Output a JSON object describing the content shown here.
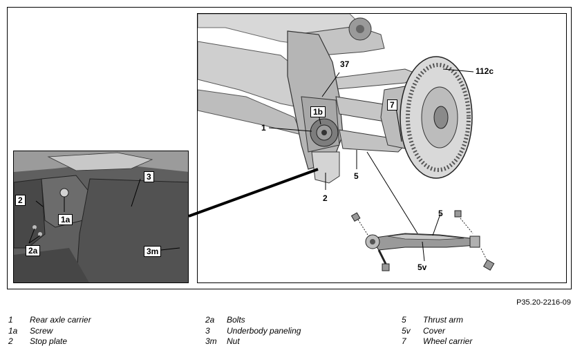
{
  "figure_ref": "P35.20-2216-09",
  "callouts": {
    "c37": "37",
    "c112c": "112c",
    "c7": "7",
    "c1b": "1b",
    "c1": "1",
    "c2": "2",
    "c5_main": "5",
    "c5_detail": "5",
    "c5v": "5v",
    "inset_3": "3",
    "inset_2": "2",
    "inset_1a": "1a",
    "inset_2a": "2a",
    "inset_3m": "3m"
  },
  "legend": [
    {
      "num": "1",
      "text": "Rear axle carrier"
    },
    {
      "num": "1a",
      "text": "Screw"
    },
    {
      "num": "2",
      "text": "Stop plate"
    },
    {
      "num": "2a",
      "text": "Bolts"
    },
    {
      "num": "3",
      "text": "Underbody paneling"
    },
    {
      "num": "3m",
      "text": "Nut"
    },
    {
      "num": "5",
      "text": "Thrust arm"
    },
    {
      "num": "5v",
      "text": "Cover"
    },
    {
      "num": "7",
      "text": "Wheel carrier"
    }
  ],
  "colors": {
    "part_fill": "#c9c9c9",
    "part_dark": "#6e6e6e",
    "inset_bg": "#5a5a5a",
    "line": "#000000"
  }
}
